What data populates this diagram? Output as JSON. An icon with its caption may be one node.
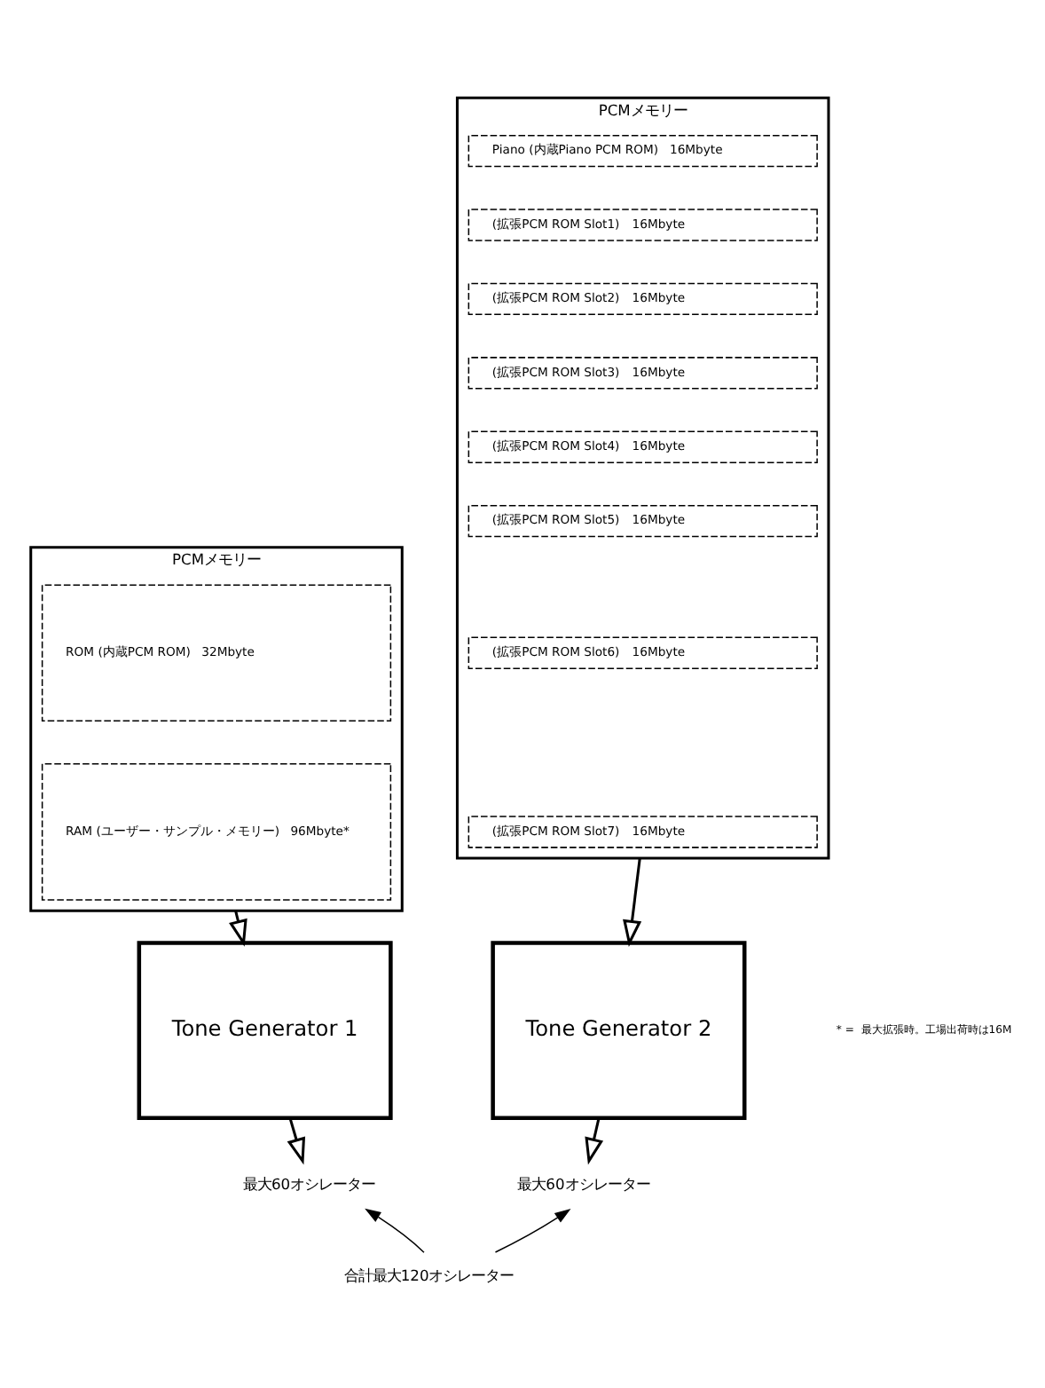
{
  "diagram": {
    "nodes": [
      {
        "text": [
          "PCMメモリー"
        ]
      },
      {
        "text": [
          "ROM (内蔵PCM ROM)",
          "32Mbyte"
        ],
        "in": 0
      },
      {
        "text": [
          "RAM (ユーザー・サンプル・メモリー)",
          "96Mbyte*"
        ],
        "in": 0
      },
      {
        "text": [
          "PCMメモリー"
        ]
      },
      {
        "text": [
          "Piano (内蔵Piano PCM ROM)",
          "16Mbyte"
        ],
        "in": 3
      },
      {
        "text": [
          "(拡張PCM ROM Slot1)",
          "16Mbyte"
        ],
        "in": 3
      },
      {
        "text": [
          "(拡張PCM ROM Slot2)",
          "16Mbyte"
        ],
        "in": 3
      },
      {
        "text": [
          "(拡張PCM ROM Slot3)",
          "16Mbyte"
        ],
        "in": 3
      },
      {
        "text": [
          "(拡張PCM ROM Slot4)",
          "16Mbyte"
        ],
        "in": 3
      },
      {
        "text": [
          "(拡張PCM ROM Slot5)",
          "16Mbyte"
        ],
        "in": 3
      },
      {
        "text": [
          "(拡張PCM ROM Slot6)",
          "16Mbyte"
        ],
        "in": 3
      },
      {
        "text": [
          "(拡張PCM ROM Slot7)",
          "16Mbyte"
        ],
        "in": 3
      },
      {
        "text": [
          "Tone Generator 1"
        ]
      },
      {
        "text": [
          "Tone Generator 2"
        ]
      },
      {
        "text": [
          "最大60オシレーター"
        ]
      },
      {
        "text": [
          "最大60オシレーター"
        ]
      },
      {
        "text": [
          "合計最大120オシレーター"
        ]
      }
    ],
    "edges": [
      {
        "from": 0,
        "to": 12,
        "arrow": "to"
      },
      {
        "from": 3,
        "to": 13,
        "arrow": "to"
      },
      {
        "from": 12,
        "to": 14,
        "arrow": "to"
      },
      {
        "from": 13,
        "to": 15,
        "arrow": "to"
      },
      {
        "from": 16,
        "to": 14,
        "arrow": "to"
      },
      {
        "from": 16,
        "to": 15,
        "arrow": "to"
      }
    ],
    "labels": [
      "* =  最大拡張時。工場出荷時は16M"
    ]
  }
}
